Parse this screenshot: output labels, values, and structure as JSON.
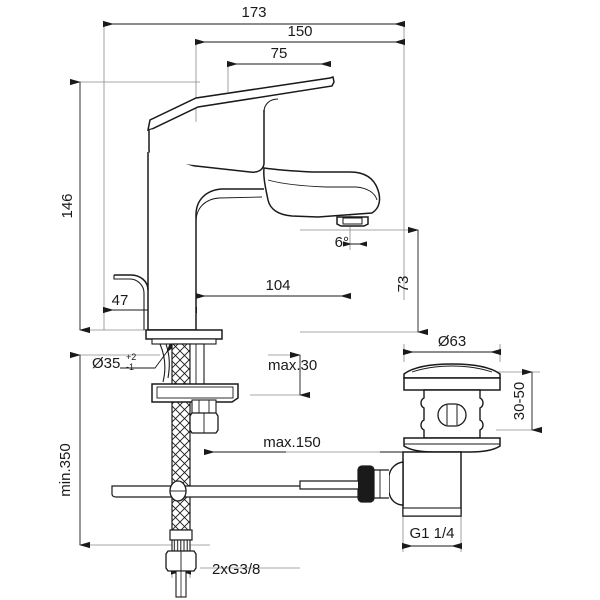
{
  "drawing": {
    "title": "Basin mixer tap technical dimension drawing",
    "units": "mm",
    "line_color": "#1a1a1a",
    "dim_line_color": "#6b6b6b",
    "background": "#ffffff"
  },
  "dimensions": {
    "total_width": "173",
    "spout_reach_outer": "150",
    "handle_width": "75",
    "body_height": "146",
    "base_width": "47",
    "spout_reach": "104",
    "spout_height": "73",
    "spout_angle": "6°",
    "base_hole_diameter": "Ø35",
    "base_hole_tol_plus": "+2",
    "base_hole_tol_minus": "-1",
    "max_counter_thickness": "max.30",
    "min_supply_length": "min.350",
    "supply_thread": "2xG3/8",
    "pull_rod_max": "max.150",
    "waste_flange_diameter": "Ø63",
    "waste_range": "30-50",
    "waste_thread": "G1 1/4"
  },
  "labels": [
    {
      "id": "d173",
      "text": "173"
    },
    {
      "id": "d150",
      "text": "150"
    },
    {
      "id": "d75",
      "text": "75"
    },
    {
      "id": "d146",
      "text": "146"
    },
    {
      "id": "d47",
      "text": "47"
    },
    {
      "id": "d104",
      "text": "104"
    },
    {
      "id": "d73",
      "text": "73"
    },
    {
      "id": "angle6",
      "text": "6°"
    },
    {
      "id": "dia35",
      "text": "Ø35"
    },
    {
      "id": "tolplus",
      "text": "+2"
    },
    {
      "id": "tolminus",
      "text": "-1"
    },
    {
      "id": "max30",
      "text": "max.30"
    },
    {
      "id": "min350",
      "text": "min.350"
    },
    {
      "id": "g38",
      "text": "2xG3/8"
    },
    {
      "id": "max150",
      "text": "max.150"
    },
    {
      "id": "dia63",
      "text": "Ø63"
    },
    {
      "id": "r3050",
      "text": "30-50"
    },
    {
      "id": "g114",
      "text": "G1 1/4"
    }
  ]
}
